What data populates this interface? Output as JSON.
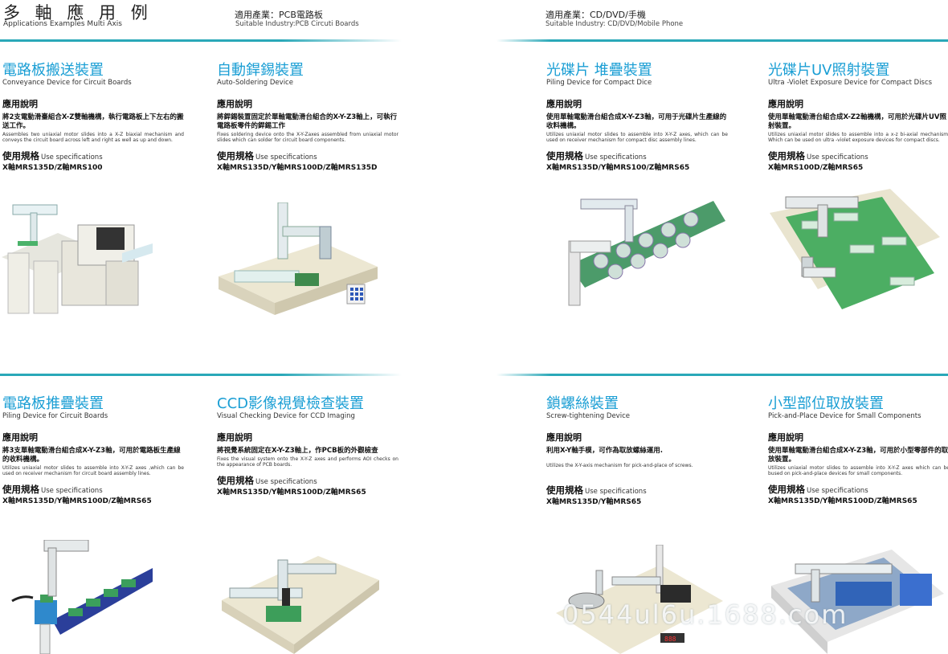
{
  "header": {
    "title": "多 軸 應 用 例",
    "subtitle": "Applications Examples Multi Axis",
    "industry_left": "適用產業：PCB電路板",
    "industry_left_en": "Suitable Industry:PCB  Circuti  Boards",
    "industry_right": "適用產業：CD/DVD/手機",
    "industry_right_en": "Suitable Industry: CD/DVD/Mobile Phone"
  },
  "labels": {
    "usage": "應用說明",
    "spec": "使用規格",
    "spec_en": "Use specifications"
  },
  "cards": [
    {
      "title": "電路板搬送裝置",
      "title_en": "Conveyance Device for Circuit Boards",
      "desc": "將2支電動滑臺組合X-Z雙軸機構，執行電路板上下左右的搬送工作。",
      "desc_en": "Assembles two uniaxial motor slides into a X-Z biaxial mechanism and conveys the circuit board across left and right as well as up and down.",
      "model": "X軸MRS135D/Z軸MRS100"
    },
    {
      "title": "自動銲錫裝置",
      "title_en": "Auto-Soldering Device",
      "desc": "將銲錫裝置固定於單軸電動滑台組合的X-Y-Z3軸上，可執行電路板零件的銲錫工作",
      "desc_en": "Fixes soldering device onto the X-Y-Zaxes assembled from uniaxial motor slides which can solder for circuit board components.",
      "model": "X軸MRS135D/Y軸MRS100D/Z軸MRS135D"
    },
    {
      "title": "光碟片 堆疊裝置",
      "title_en": "Piling Device for Compact Dice",
      "desc": "使用單軸電動滑台組合成X-Y-Z3軸，可用于光碟片生產線的收料機構。",
      "desc_en": "Utilizes uniaxial motor slides to assemble into X-Y-Z axes, which can be used on receiver mechanism for compact disc assembly lines.",
      "model": "X軸MRS135D/Y軸MRS100/Z軸MRS65"
    },
    {
      "title": "光碟片UV照射裝置",
      "title_en": "Ultra -Violet Exposure Device for Compact Discs",
      "desc": "使用單軸電動滑台組合成X-Z2軸機構，可用於光碟片UV照射裝置。",
      "desc_en": "Utilizes uniaxial motor slides to assemble into a x-z bi-axial mechanism, Which can be used on ultra -violet exposure devices for compact discs.",
      "model": "X軸MRS100D/Z軸MRS65"
    },
    {
      "title": "電路板推疊裝置",
      "title_en": "Piling Device for Circuit Boards",
      "desc": "將3支單軸電動滑台組合成X-Y-Z3軸，可用於電路板生產線的收料機構。",
      "desc_en": "Utilizes uniaxial motor slides to assemble into X-Y-Z axes ,which can be used on receiver mechanism for circuit board assembly lines.",
      "model": "X軸MRS135D/Y軸MRS100D/Z軸MRS65"
    },
    {
      "title": "CCD影像視覺檢查裝置",
      "title_en": "Visual Checking Device for CCD Imaging",
      "desc": "將視覺系統固定在X-Y-Z3軸上，作PCB板的外觀檢查",
      "desc_en": "Fixes the visual system onto the X-Y-Z axes and performs AOI checks on the appearance of PCB boards.",
      "model": "X軸MRS135D/Y軸MRS100D/Z軸MRS65"
    },
    {
      "title": "鎖螺絲裝置",
      "title_en": "Screw-tightening Device",
      "desc": "利用X-Y軸手模，可作為取放螺絲運用.",
      "desc_en": "Utilizes the X-Y-axis mechanism for pick-and-place of screws.",
      "model": "X軸MRS135D/Y軸MRS65"
    },
    {
      "title": "小型部位取放裝置",
      "title_en": "Pick-and-Place Device for Small Components",
      "desc": "使用單軸電動滑台組合成X-Y-Z3軸，可用於小型零部件的取放裝置。",
      "desc_en": "Utilizes uniaxial motor slides to assemble into X-Y-Z axes which can be bused on pick-and-place devices for small components.",
      "model": "X軸MRS135D/Y軸MRS100D/Z軸MRS65"
    }
  ],
  "watermark": "0544ul6u.1688.com",
  "colors": {
    "accent": "#1a9ed4",
    "rule": "#2aa8b8"
  }
}
